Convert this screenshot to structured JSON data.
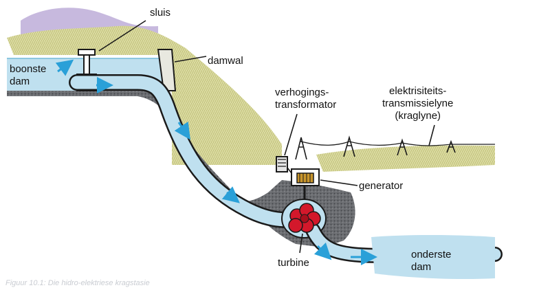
{
  "labels": {
    "sluis": "sluis",
    "damwal": "damwal",
    "boonste_dam": [
      "boonste",
      "dam"
    ],
    "verhogings_transformator": [
      "verhogings-",
      "transformator"
    ],
    "transmissielyne": [
      "elektrisiteits-",
      "transmissielyne",
      "(kraglyne)"
    ],
    "generator": "generator",
    "turbine": "turbine",
    "onderste_dam": [
      "onderste",
      "dam"
    ]
  },
  "caption": "Figuur 10.1: Die hidro-elektriese kragstasie",
  "colors": {
    "water": "#bfe0ef",
    "water_dark": "#8cc7df",
    "arrow": "#2aa0d8",
    "rock": "#5d5f63",
    "grass": "#d7d79a",
    "turbine": "#d3182b",
    "generator": "#c9962c",
    "outline": "#1a1a1a"
  },
  "icons": [
    "flow-arrow-icon",
    "pylon-icon",
    "sluice-gate-icon"
  ]
}
